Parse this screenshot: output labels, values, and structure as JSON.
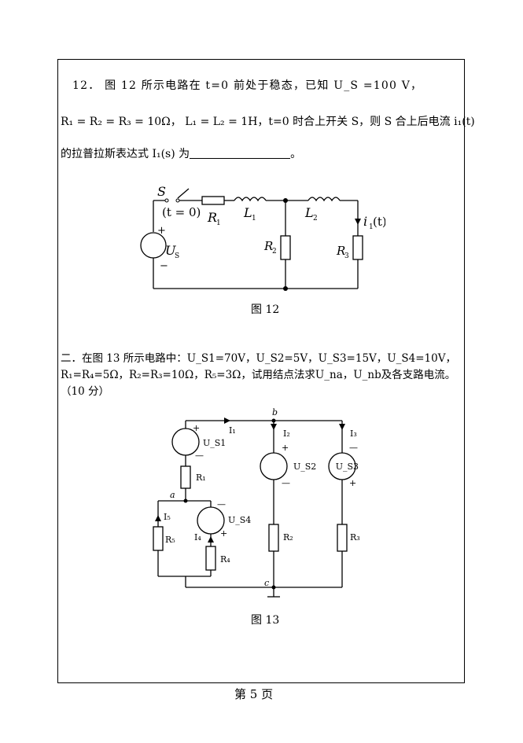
{
  "problem12": {
    "line1": "12． 图 12 所示电路在 t=0 前处于稳态，已知 U_S =100 V，",
    "line2": "R₁ = R₂ = R₃ = 10Ω， L₁ = L₂ = 1H，t=0 时合上开关 S，则 S 合上后电流 i₁(t)",
    "line3_prefix": "的拉普拉斯表达式 I₁(s) 为",
    "line3_suffix": "。",
    "figure_caption": "图 12",
    "labels": {
      "S": "S",
      "t0": "(t = 0)",
      "R1": "R",
      "R1sub": "1",
      "L1": "L",
      "L1sub": "1",
      "L2": "L",
      "L2sub": "2",
      "R2": "R",
      "R2sub": "2",
      "R3": "R",
      "R3sub": "3",
      "US": "U",
      "USsub": "S",
      "plus": "+",
      "minus": "−",
      "i1": "i",
      "i1sub": "1",
      "i1t": "(t)"
    }
  },
  "problem2": {
    "line1": "二．在图 13 所示电路中：U_S1=70V，U_S2=5V，U_S3=15V，U_S4=10V，",
    "line2": "R₁=R₄=5Ω，R₂=R₃=10Ω，R₅=3Ω，试用结点法求U_na，U_nb及各支路电流。",
    "line3": "（10 分）",
    "figure_caption": "图 13",
    "labels": {
      "b": "b",
      "a": "a",
      "c": "c",
      "I1": "I₁",
      "I2": "I₂",
      "I3": "I₃",
      "I4": "I₄",
      "I5": "I₅",
      "US1": "U_S1",
      "US2": "U_S2",
      "US3": "U_S3",
      "US4": "U_S4",
      "R1": "R₁",
      "R2": "R₂",
      "R3": "R₃",
      "R4": "R₄",
      "R5": "R₅",
      "plus": "+",
      "minus": "—"
    }
  },
  "footer": {
    "page": "第 5 页"
  }
}
